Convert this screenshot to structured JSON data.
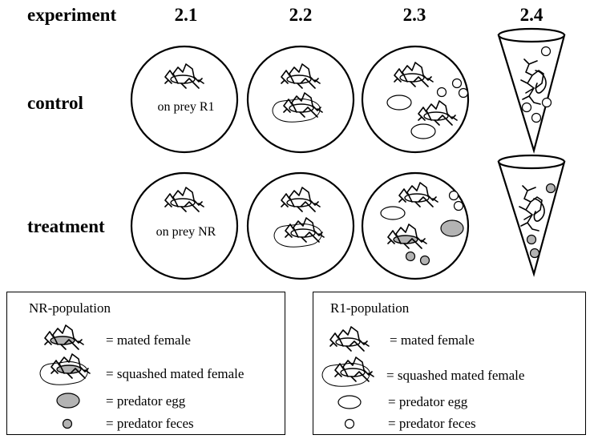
{
  "header": {
    "experiment_label": "experiment",
    "columns": [
      "2.1",
      "2.2",
      "2.3",
      "2.4"
    ]
  },
  "rows": {
    "control": "control",
    "treatment": "treatment"
  },
  "dish_labels": {
    "control_2_1": "on prey R1",
    "treatment_2_1": "on prey NR"
  },
  "legend_nr": {
    "title": "NR-population",
    "mated_female": "= mated female",
    "squashed_mated_female": "= squashed mated female",
    "predator_egg": "= predator egg",
    "predator_feces": "= predator feces"
  },
  "legend_r1": {
    "title": "R1-population",
    "mated_female": "= mated female",
    "squashed_mated_female": "= squashed mated female",
    "predator_egg": "= predator egg",
    "predator_feces": "= predator feces"
  },
  "colors": {
    "nr_fill": "#b3b3b3",
    "r1_fill": "#ffffff",
    "outline": "#000000"
  }
}
